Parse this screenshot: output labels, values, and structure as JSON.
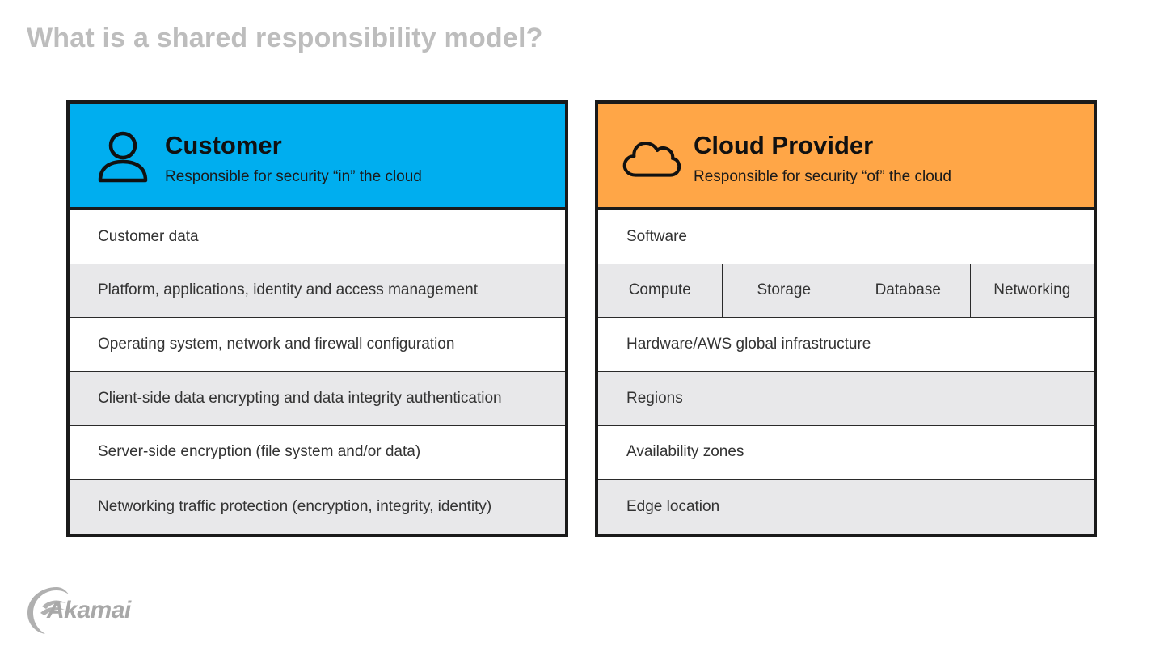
{
  "title": "What is a shared responsibility model?",
  "colors": {
    "customer_header": "#00aeef",
    "provider_header": "#ffa647",
    "row_gray": "#e8e8ea",
    "title_gray": "#bdbdbd"
  },
  "customer": {
    "icon": "person-icon",
    "title": "Customer",
    "subtitle": "Responsible for security “in” the cloud",
    "rows": [
      "Customer data",
      "Platform, applications, identity and access management",
      "Operating system, network and firewall configuration",
      "Client-side data encrypting and data integrity authentication",
      "Server-side encryption (file system and/or data)",
      "Networking traffic protection (encryption, integrity, identity)"
    ]
  },
  "provider": {
    "icon": "cloud-icon",
    "title": "Cloud Provider",
    "subtitle": "Responsible for security “of” the cloud",
    "row_software": "Software",
    "services": [
      "Compute",
      "Storage",
      "Database",
      "Networking"
    ],
    "row_hardware": "Hardware/AWS global infrastructure",
    "row_regions": "Regions",
    "row_zones": "Availability zones",
    "row_edge": "Edge location"
  },
  "logo": {
    "text": "Akamai",
    "icon": "akamai-wave-icon"
  }
}
